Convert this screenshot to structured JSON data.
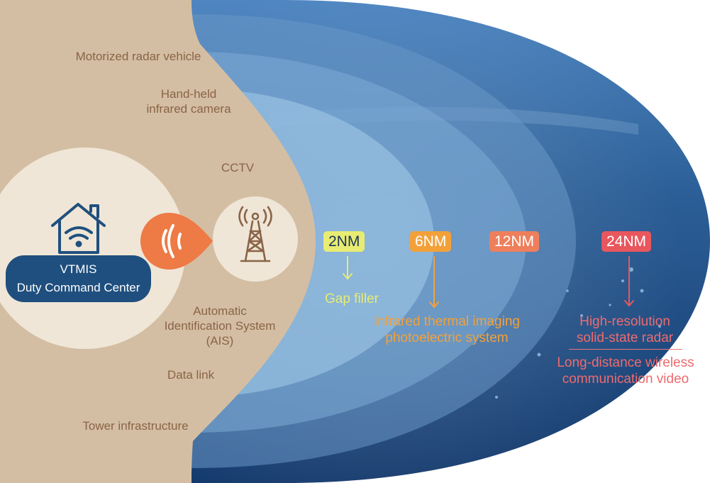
{
  "colors": {
    "land": "#d4bea3",
    "label_brown": "#8a6447",
    "command_center_bar": "#1f4f7e",
    "signal_badge": "#ee7a45",
    "range_2nm": "#e8ec72",
    "range_6nm": "#f2a13a",
    "range_12nm": "#ee7f5d",
    "range_24nm": "#e8575e",
    "text_24nm": "#ee6b6e"
  },
  "icons": [
    "house-wifi-icon",
    "signal-waves-icon",
    "radio-tower-icon",
    "down-arrow-icon"
  ],
  "land_labels": {
    "motorized_radar": "Motorized radar vehicle",
    "handheld_line1": "Hand-held",
    "handheld_line2": "infrared camera",
    "cctv": "CCTV",
    "ais_line1": "Automatic",
    "ais_line2": "Identification System",
    "ais_line3": "(AIS)",
    "data_link": "Data link",
    "tower_infrastructure": "Tower infrastructure"
  },
  "command_center": {
    "line1": "VTMIS",
    "line2": "Duty Command Center"
  },
  "ranges": {
    "r2": {
      "tag": "2NM",
      "system": "Gap filler"
    },
    "r6": {
      "tag": "6NM",
      "system_line1": "Infrared thermal imaging",
      "system_line2": "photoelectric system"
    },
    "r12": {
      "tag": "12NM"
    },
    "r24": {
      "tag": "24NM",
      "system_line1": "High-resolution",
      "system_line2": "solid-state radar",
      "system_line3": "Long-distance wireless",
      "system_line4": "communication video"
    }
  }
}
